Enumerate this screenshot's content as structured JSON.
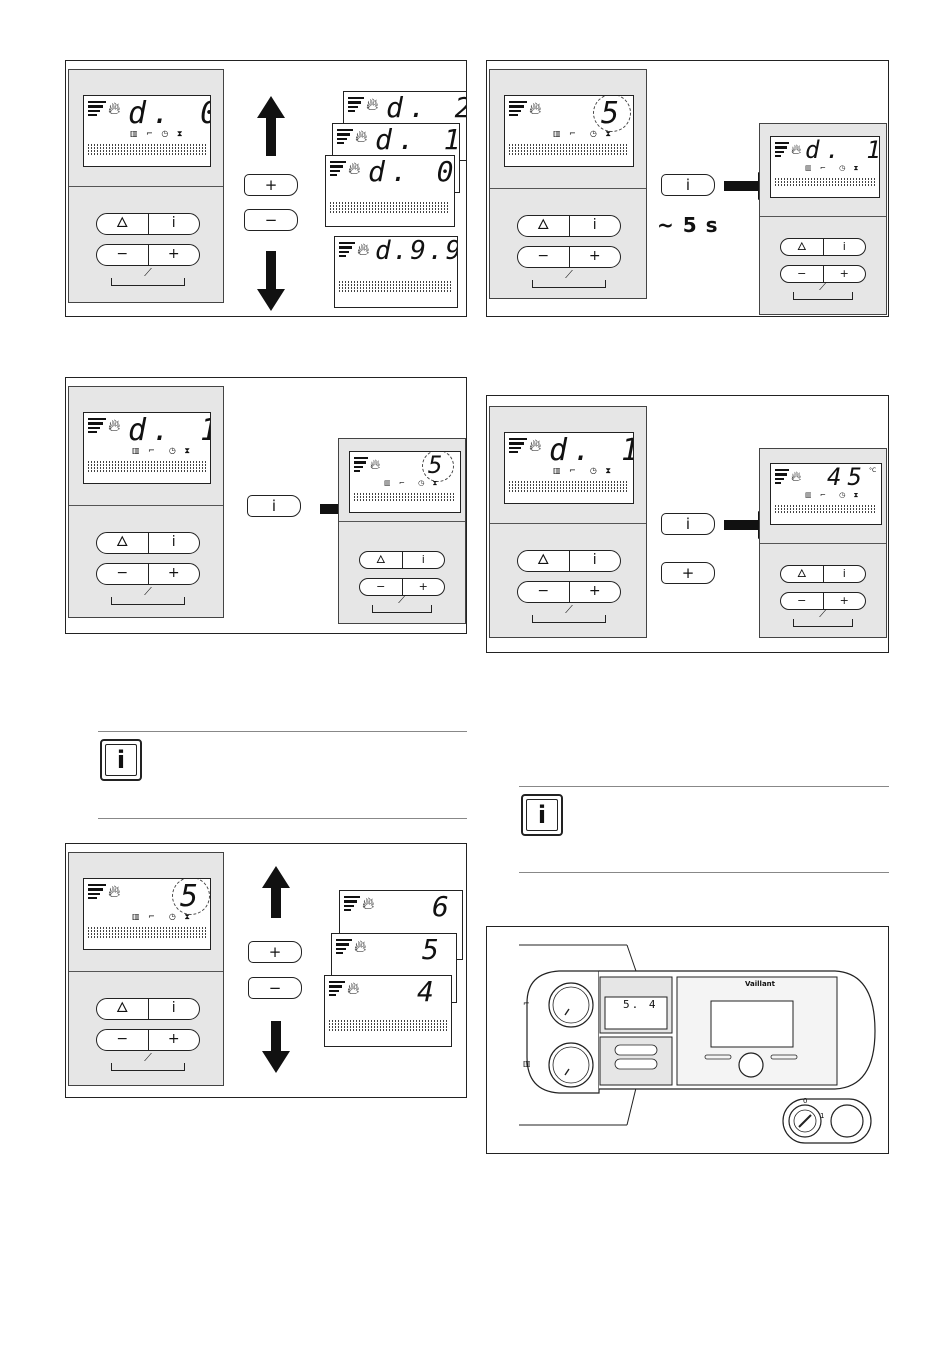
{
  "buttons": {
    "info": "i",
    "minus": "−",
    "plus": "+",
    "reset_icon": "🜂",
    "plus_key": "+",
    "minus_key": "−",
    "info_key": "i"
  },
  "panel1": {
    "display_main": "d. 0",
    "stack_top": "d. 2",
    "stack_mid": "d. 1",
    "stack_front": "d. 0",
    "stack_bottom": "d.9.9"
  },
  "panel2": {
    "display_main": "5",
    "result_display": "d. 1",
    "duration": "~ 5 s"
  },
  "panel3": {
    "display_main": "d. 1",
    "result_display": "5"
  },
  "panel4": {
    "display_main": "d. 1",
    "result_display": "45",
    "unit": "°C"
  },
  "panel5": {
    "display_main": "5",
    "stack_top": "6",
    "stack_mid": "5",
    "stack_front": "4"
  },
  "panel6": {
    "display": "5. 4",
    "brand": "Vaillant",
    "switch_labels": [
      "0",
      "1"
    ]
  },
  "info_icon": "i",
  "icons": [
    "flame-icon",
    "radiator-icon",
    "tap-icon",
    "clock-icon",
    "hourglass-icon",
    "chimney-sweep-icon",
    "arrow-up-icon",
    "arrow-down-icon",
    "arrow-right-icon"
  ]
}
